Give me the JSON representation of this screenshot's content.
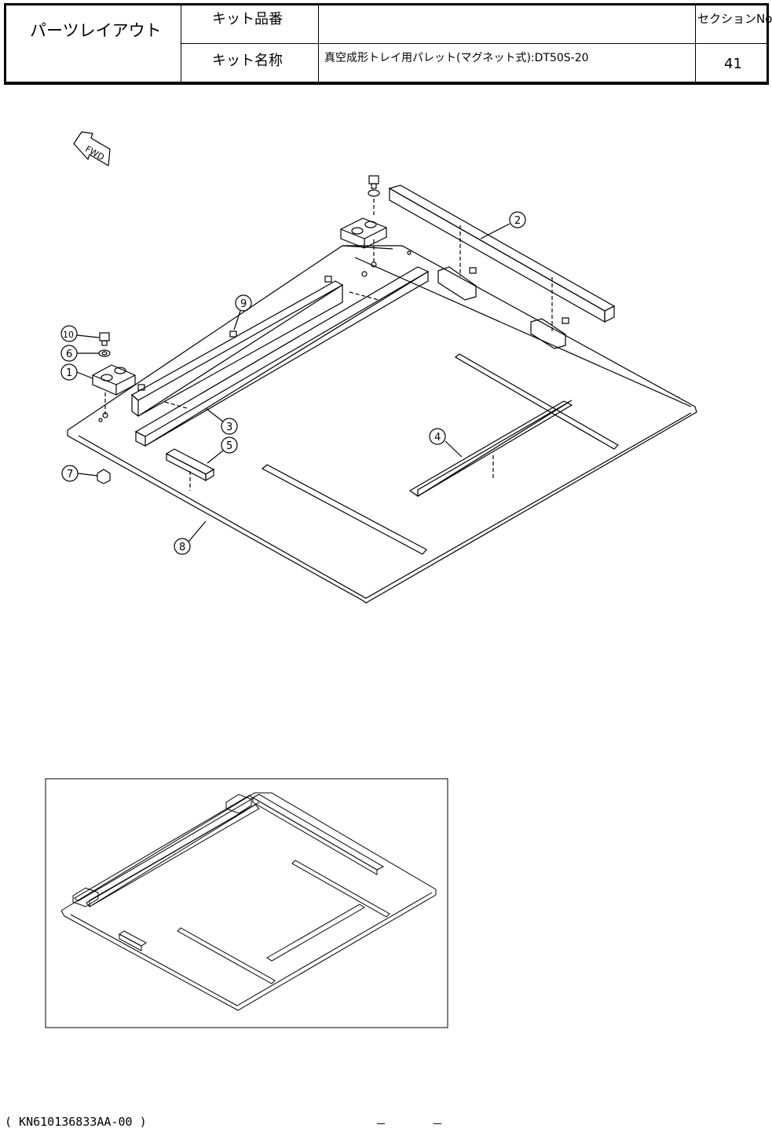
{
  "header": {
    "title": "パーツレイアウト",
    "kit_number_label": "キット品番",
    "kit_number_value": "",
    "kit_name_label": "キット名称",
    "kit_name_value": "真空成形トレイ用パレット(マグネット式):DT50S-20",
    "section_label": "セクションNo.",
    "section_value": "41"
  },
  "diagram": {
    "fwd_label": "FWD",
    "callouts": [
      "1",
      "2",
      "3",
      "4",
      "5",
      "6",
      "7",
      "8",
      "9",
      "10"
    ]
  },
  "footer": {
    "code": "( KN610136833AA-00 )",
    "dash_left": "－",
    "dash_right": "－"
  }
}
